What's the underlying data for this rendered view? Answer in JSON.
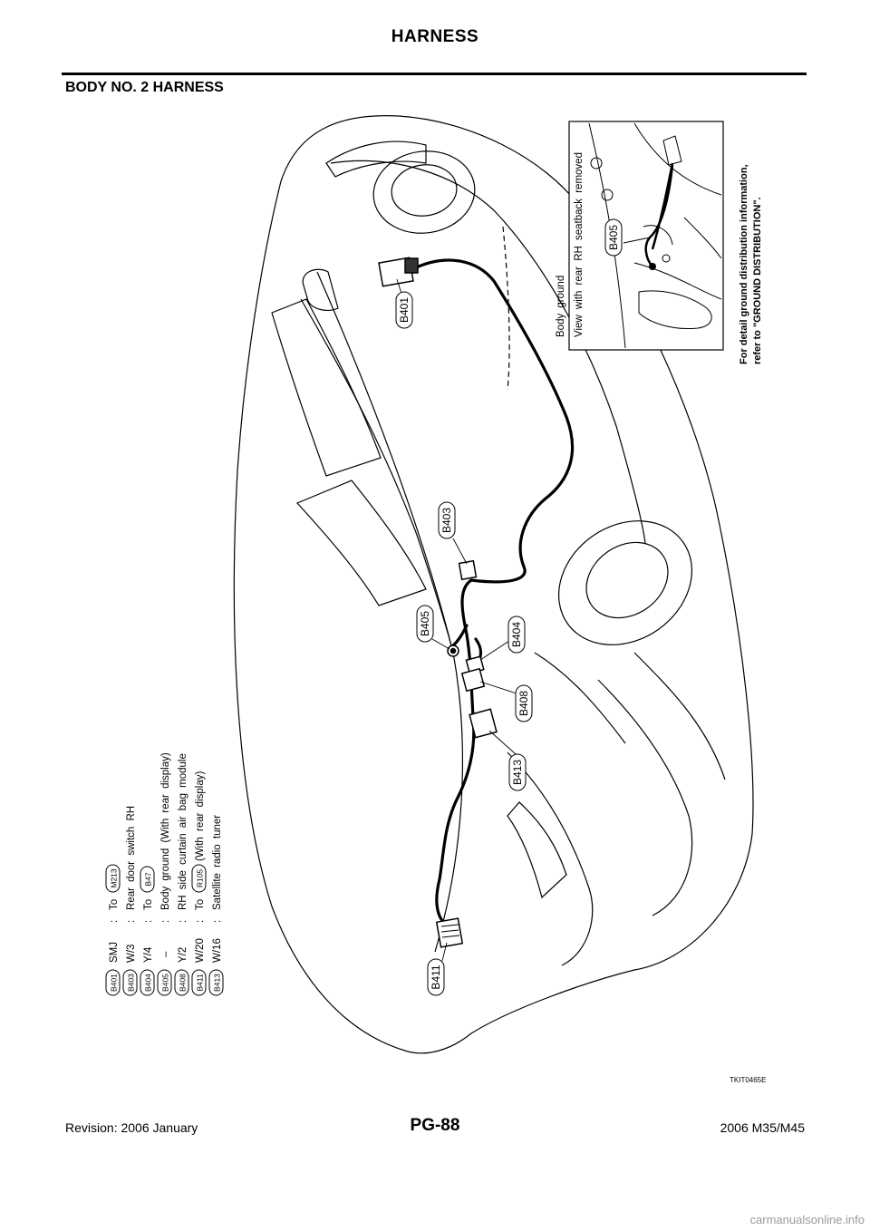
{
  "header": {
    "title": "HARNESS"
  },
  "section": {
    "title": "BODY NO. 2 HARNESS"
  },
  "legend": [
    {
      "connector": "B401",
      "spec": "SMJ",
      "sep": ":",
      "prefix": "To",
      "ref": "M213",
      "description": ""
    },
    {
      "connector": "B403",
      "spec": "W/3",
      "sep": ":",
      "prefix": "",
      "ref": "",
      "description": "Rear door switch RH"
    },
    {
      "connector": "B404",
      "spec": "Y/4",
      "sep": ":",
      "prefix": "To",
      "ref": "B47",
      "description": ""
    },
    {
      "connector": "B405",
      "spec": "–",
      "sep": ":",
      "prefix": "",
      "ref": "",
      "description": "Body ground (With rear display)"
    },
    {
      "connector": "B408",
      "spec": "Y/2",
      "sep": ":",
      "prefix": "",
      "ref": "",
      "description": "RH side curtain air bag module"
    },
    {
      "connector": "B411",
      "spec": "W/20",
      "sep": ":",
      "prefix": "To",
      "ref": "R105",
      "description": "(With rear display)"
    },
    {
      "connector": "B413",
      "spec": "W/16",
      "sep": ":",
      "prefix": "",
      "ref": "",
      "description": "Satellite radio tuner"
    }
  ],
  "callouts": [
    "B401",
    "B403",
    "B405",
    "B404",
    "B408",
    "B413",
    "B411"
  ],
  "inset": {
    "caption_line1": "Body ground",
    "caption_line2": "View with rear RH seatback removed",
    "connector": "B405"
  },
  "note": {
    "line1": "For detail ground distribution information,",
    "line2": "refer to \"GROUND DISTRIBUTION\"."
  },
  "figure_code": "TKIT0465E",
  "footer": {
    "revision": "Revision: 2006 January",
    "page": "PG-88",
    "model": "2006 M35/M45"
  },
  "watermark": "carmanualsonline.info"
}
